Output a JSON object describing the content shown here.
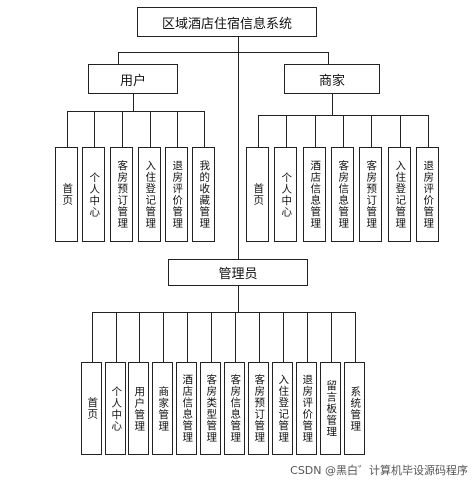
{
  "root": {
    "label": "区域酒店住宿信息系统"
  },
  "groups": [
    {
      "key": "user",
      "label": "用户",
      "children": [
        "首页",
        "个人中心",
        "客房预订管理",
        "入住登记管理",
        "退房评价管理",
        "我的收藏管理"
      ]
    },
    {
      "key": "merchant",
      "label": "商家",
      "children": [
        "首页",
        "个人中心",
        "酒店信息管理",
        "客房信息管理",
        "客房预订管理",
        "入住登记管理",
        "退房评价管理"
      ]
    },
    {
      "key": "admin",
      "label": "管理员",
      "children": [
        "首页",
        "个人中心",
        "用户管理",
        "商家管理",
        "酒店信息管理",
        "客房类型管理",
        "客房信息管理",
        "客房预订管理",
        "入住登记管理",
        "退房评价管理",
        "留言板管理",
        "系统管理"
      ]
    }
  ],
  "watermark": "CSDN @黑白゛计算机毕设源码程序"
}
